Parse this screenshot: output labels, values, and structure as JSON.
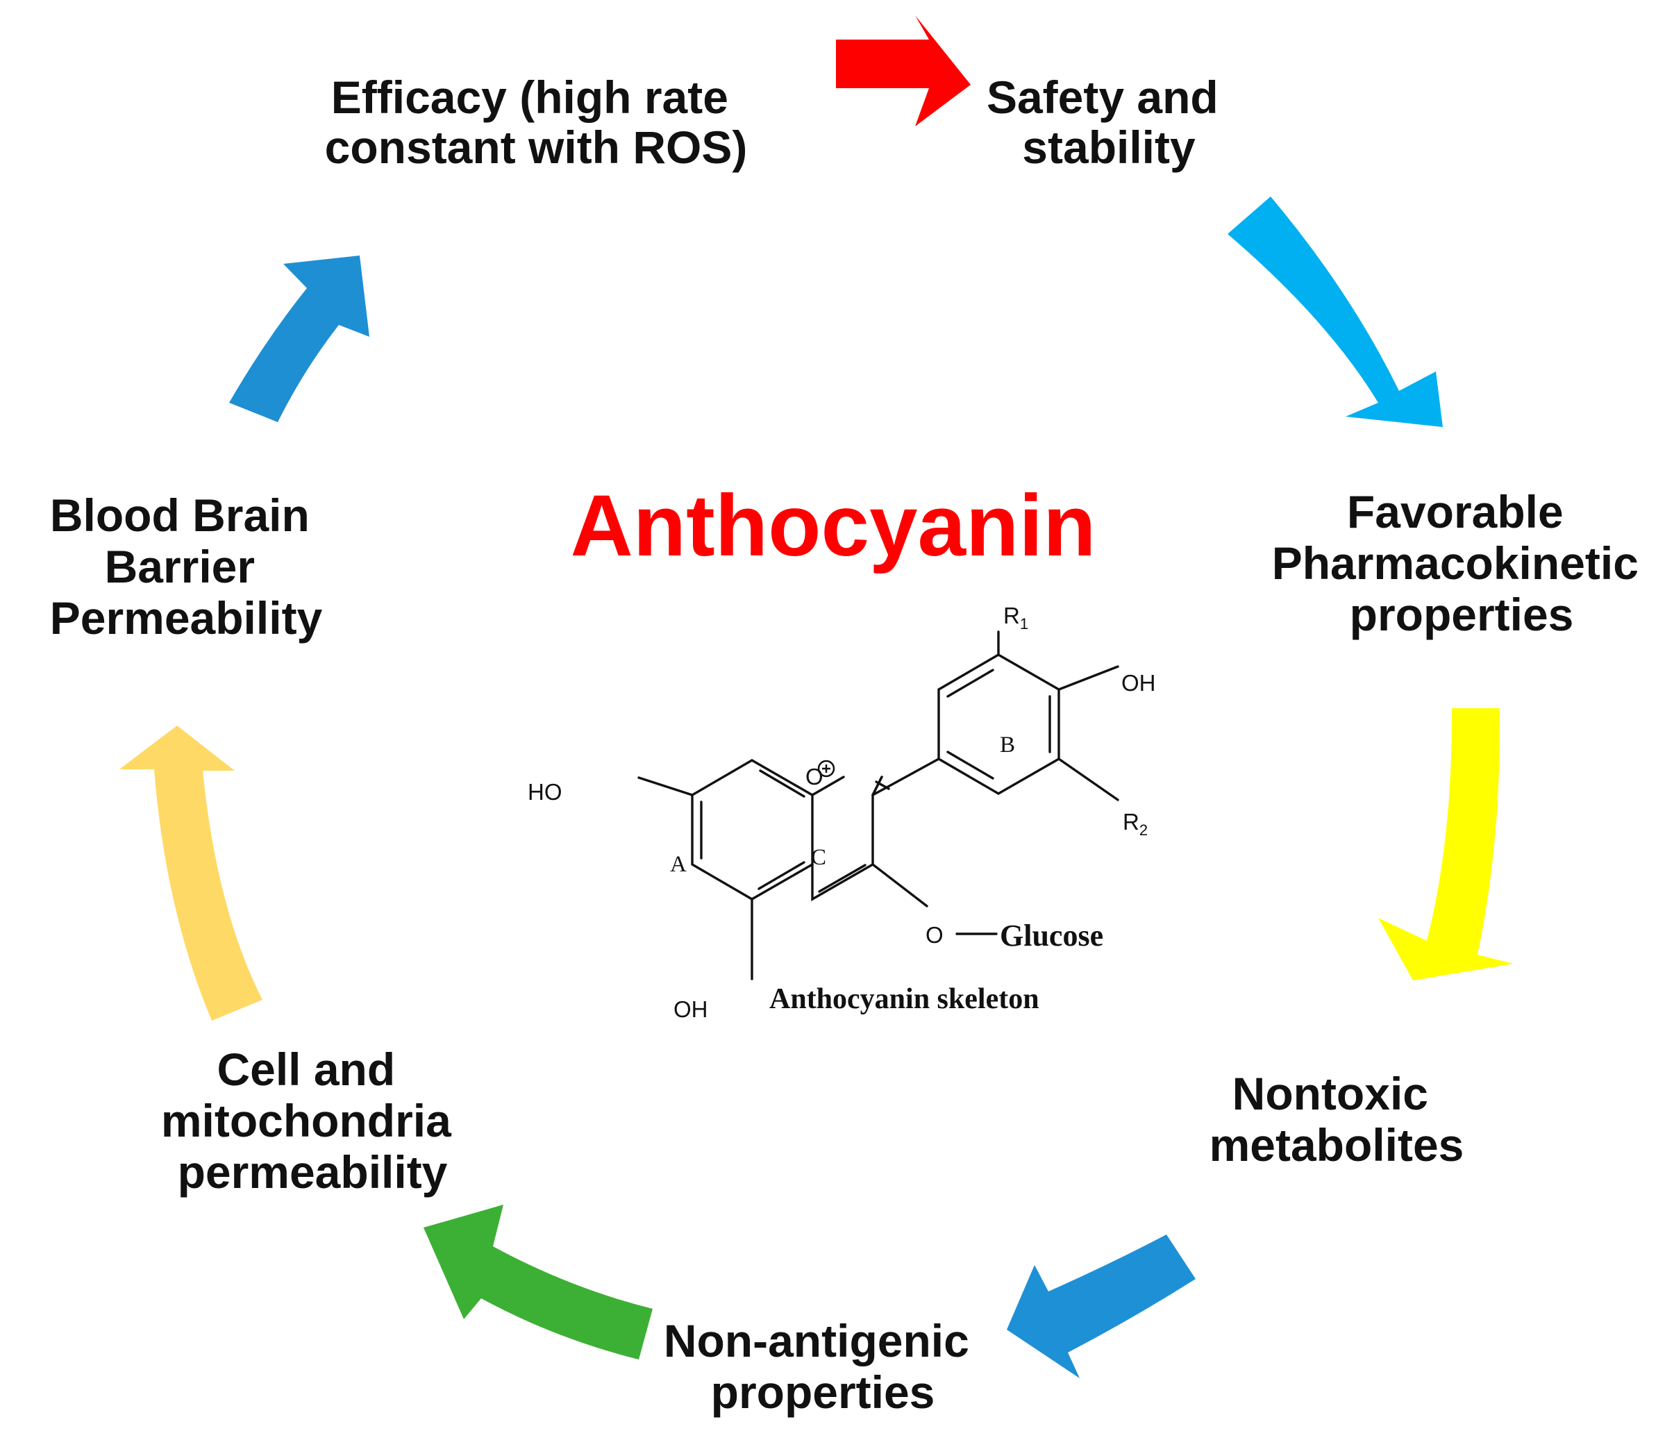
{
  "title": "Anthocyanin",
  "nodes": {
    "efficacy": [
      "Efficacy (high rate",
      "constant with ROS)"
    ],
    "safety": [
      "Safety and",
      "stability"
    ],
    "pharmacokinetic": [
      "Favorable",
      "Pharmacokinetic",
      "properties"
    ],
    "nontoxic": [
      "Nontoxic",
      "metabolites"
    ],
    "nonantigenic": [
      "Non-antigenic",
      "properties"
    ],
    "cell": [
      "Cell and",
      "mitochondria",
      "permeability"
    ],
    "bbb": [
      "Blood Brain",
      "Barrier",
      "Permeability"
    ]
  },
  "molecule": {
    "caption": "Anthocyanin skeleton",
    "ring_a": "A",
    "ring_b": "B",
    "ring_c": "C",
    "oh": "OH",
    "ho": "HO",
    "oxygen": "O",
    "charge": "+",
    "r": "R",
    "r1_sub": "1",
    "r2_sub": "2",
    "o_link": "O",
    "glucose": "Glucose"
  },
  "colors": {
    "title": "#ff0000",
    "arrow_red": "#ff0000",
    "arrow_cyan": "#00b0f0",
    "arrow_yellow": "#ffff00",
    "arrow_blue": "#1e90d6",
    "arrow_green": "#3cb034",
    "arrow_orange": "#ffd966",
    "arrow_teal_blue": "#1f8fd4"
  },
  "icons": {
    "arrow_red": "arrow-right-icon",
    "arrow_cyan": "arrow-curved-down-right-icon",
    "arrow_yellow": "arrow-curved-down-icon",
    "arrow_blue": "arrow-curved-down-left-icon",
    "arrow_green": "arrow-curved-up-left-icon",
    "arrow_orange": "arrow-curved-up-icon",
    "arrow_teal_blue": "arrow-curved-up-right-icon"
  }
}
